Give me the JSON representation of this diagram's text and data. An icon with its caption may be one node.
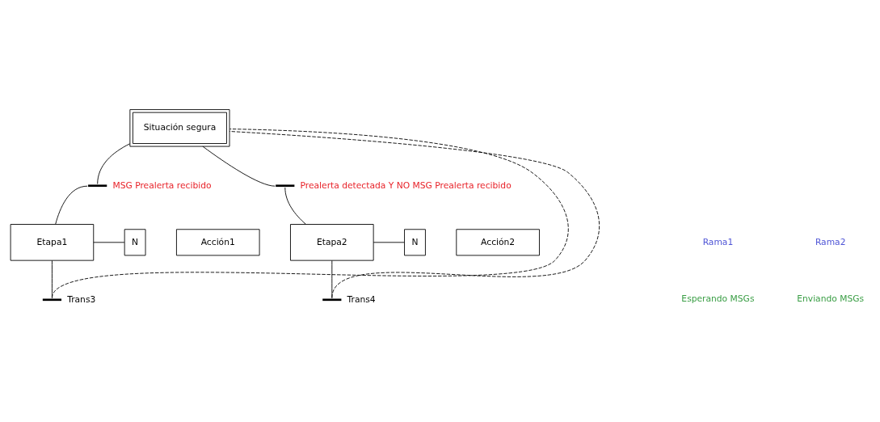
{
  "diagram": {
    "nodes": [
      {
        "text": [
          "Situación segura"
        ]
      },
      {
        "text": [],
        "shape": "bar",
        "beside": [
          "MSG Prealerta recibido"
        ]
      },
      {
        "text": [],
        "shape": "bar",
        "beside": [
          "Prealerta detectada Y NO MSG Prealerta recibido"
        ]
      },
      {
        "text": [
          "Etapa1"
        ]
      },
      {
        "text": [
          "N"
        ]
      },
      {
        "text": [
          "Acción1"
        ]
      },
      {
        "text": [
          "Etapa2"
        ]
      },
      {
        "text": [
          "N"
        ]
      },
      {
        "text": [
          "Acción2"
        ]
      },
      {
        "text": [],
        "shape": "bar",
        "beside": [
          "Trans3"
        ]
      },
      {
        "text": [],
        "shape": "bar",
        "beside": [
          "Trans4"
        ]
      }
    ],
    "edges": [
      {
        "from": 0,
        "to": 1,
        "arrow": "none"
      },
      {
        "from": 0,
        "to": 2,
        "arrow": "none"
      },
      {
        "from": 1,
        "to": 3,
        "arrow": "none"
      },
      {
        "from": 2,
        "to": 6,
        "arrow": "none"
      },
      {
        "from": 3,
        "to": 4,
        "arrow": "none"
      },
      {
        "from": 6,
        "to": 7,
        "arrow": "none"
      },
      {
        "from": 3,
        "to": 9,
        "arrow": "none"
      },
      {
        "from": 6,
        "to": 10,
        "arrow": "none"
      },
      {
        "from": 9,
        "to": 0,
        "arrow": "none",
        "style": "dashed"
      },
      {
        "from": 10,
        "to": 0,
        "arrow": "none",
        "style": "dashed"
      }
    ],
    "labels": [
      "Rama1",
      "Rama2",
      "Esperando MSGs",
      "Enviando MSGs"
    ]
  }
}
